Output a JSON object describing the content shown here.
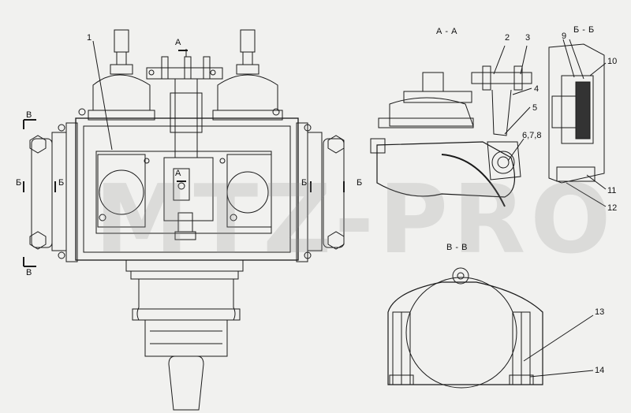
{
  "watermark": "MTZ-PRO",
  "section_titles": {
    "aa": "А - А",
    "bb": "Б - Б",
    "vv": "В - В"
  },
  "cut_marks": {
    "a_top": "А",
    "a_center": "А",
    "b_left_outer": "Б",
    "b_left_inner": "Б",
    "b_right_inner": "Б",
    "b_right_outer": "Б",
    "v_top": "В",
    "v_bottom": "В"
  },
  "callouts": [
    "1",
    "2",
    "3",
    "4",
    "5",
    "6,7,8",
    "9",
    "10",
    "11",
    "12",
    "13",
    "14"
  ]
}
